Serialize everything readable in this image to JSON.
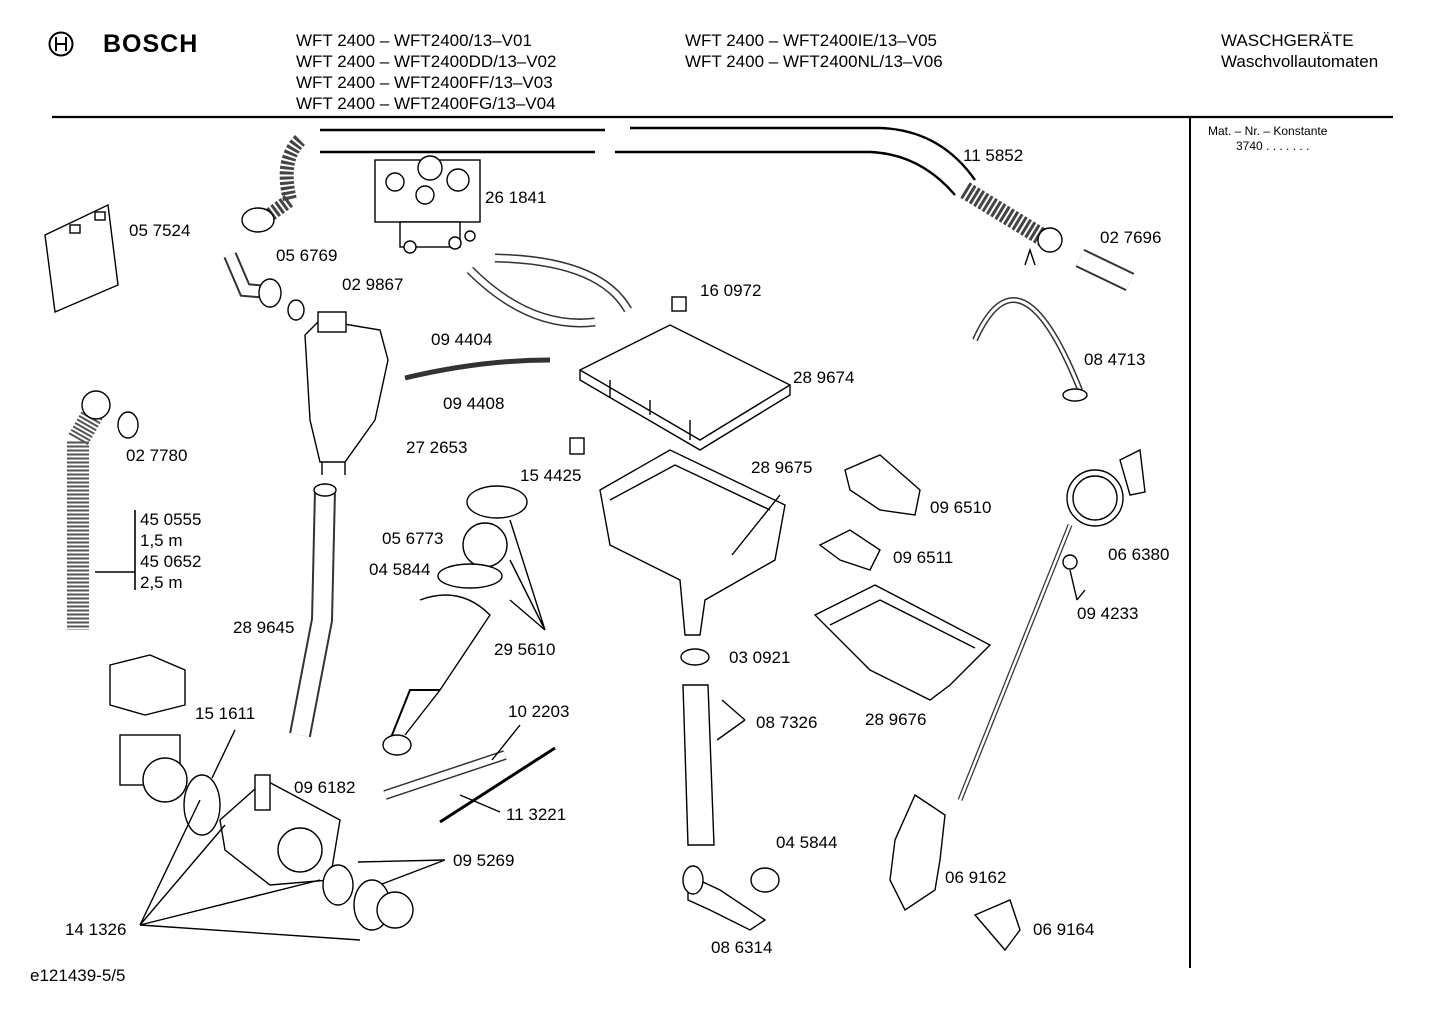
{
  "header": {
    "brand": "BOSCH",
    "models_col1": [
      "WFT 2400 – WFT2400/13–V01",
      "WFT 2400 – WFT2400DD/13–V02",
      "WFT 2400 – WFT2400FF/13–V03",
      "WFT 2400 – WFT2400FG/13–V04"
    ],
    "models_col2": [
      "WFT 2400 – WFT2400IE/13–V05",
      "WFT 2400 – WFT2400NL/13–V06"
    ],
    "category": "WASCHGERÄTE",
    "subcategory": "Waschvollautomaten"
  },
  "sidebar": {
    "title": "Mat. – Nr. – Konstante",
    "value": "3740 . . . . . . ."
  },
  "parts": [
    "11 5852",
    "26 1841",
    "05 7524",
    "05 6769",
    "02 9867",
    "02 7696",
    "16 0972",
    "09 4404",
    "28 9674",
    "08 4713",
    "09 4408",
    "27 2653",
    "02 7780",
    "15 4425",
    "28 9675",
    "09 6510",
    "45 0555",
    "1,5 m",
    "45 0652",
    "2,5 m",
    "05 6773",
    "04 5844",
    "09 6511",
    "06 6380",
    "09 4233",
    "28 9645",
    "29 5610",
    "03 0921",
    "28 9676",
    "15 1611",
    "10 2203",
    "08 7326",
    "09 6182",
    "11 3221",
    "04 5844",
    "09 5269",
    "06 9162",
    "14 1326",
    "08 6314",
    "06 9164"
  ],
  "footer": {
    "doc_id": "e121439-5/5"
  }
}
